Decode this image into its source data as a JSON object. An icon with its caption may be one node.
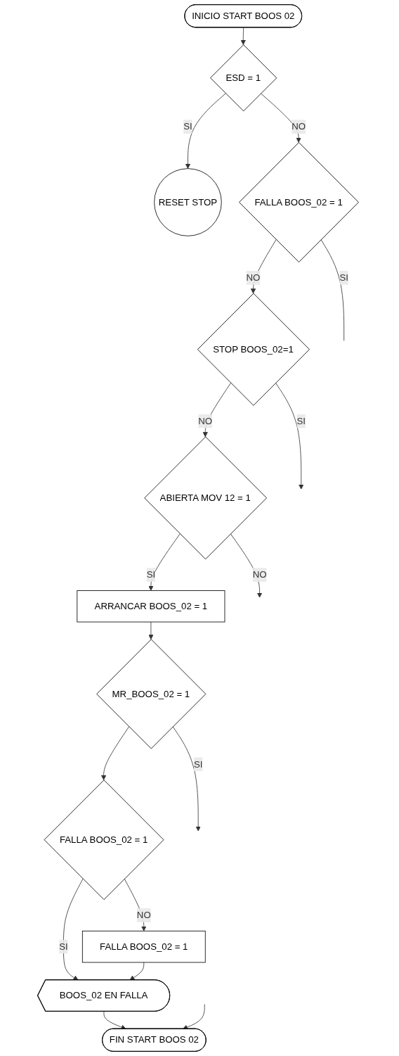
{
  "diagram": {
    "nodes": [
      {
        "text": [
          "INICIO START BOOS 02"
        ]
      },
      {
        "text": [
          "ESD = 1"
        ]
      },
      {
        "text": [
          "RESET STOP"
        ]
      },
      {
        "text": [
          "FALLA BOOS_02 = 1"
        ]
      },
      {
        "text": [
          "STOP BOOS_02=1"
        ]
      },
      {
        "text": [
          "ABIERTA MOV 12 = 1"
        ]
      },
      {
        "text": [
          "ARRANCAR BOOS_02 = 1"
        ]
      },
      {
        "text": [
          "MR_BOOS_02 = 1"
        ]
      },
      {
        "text": [
          "FALLA BOOS_02 = 1"
        ]
      },
      {
        "text": [
          "FALLA BOOS_02 = 1"
        ]
      },
      {
        "text": [
          "BOOS_02 EN FALLA"
        ]
      },
      {
        "text": [
          "FIN START BOOS 02"
        ]
      }
    ],
    "edges": [
      {
        "from": 0,
        "to": 1,
        "arrow": "to"
      },
      {
        "from": 1,
        "to": 2,
        "label": "SI",
        "arrow": "to"
      },
      {
        "from": 1,
        "to": 3,
        "label": "NO",
        "arrow": "to"
      },
      {
        "from": 3,
        "to": null,
        "label": "SI",
        "arrow": "none"
      },
      {
        "from": 3,
        "to": 4,
        "label": "NO",
        "arrow": "to"
      },
      {
        "from": 4,
        "to": null,
        "label": "SI",
        "arrow": "to"
      },
      {
        "from": 4,
        "to": 5,
        "label": "NO",
        "arrow": "to"
      },
      {
        "from": 5,
        "to": null,
        "label": "NO",
        "arrow": "to"
      },
      {
        "from": 5,
        "to": 6,
        "label": "SI",
        "arrow": "to"
      },
      {
        "from": 6,
        "to": 7,
        "arrow": "to"
      },
      {
        "from": 7,
        "to": null,
        "label": "SI",
        "arrow": "to"
      },
      {
        "from": 7,
        "to": 8,
        "arrow": "to"
      },
      {
        "from": 8,
        "to": 10,
        "label": "SI",
        "arrow": "to"
      },
      {
        "from": 8,
        "to": 9,
        "label": "NO",
        "arrow": "to"
      },
      {
        "from": 9,
        "to": 10,
        "arrow": "to"
      },
      {
        "from": 10,
        "to": 11,
        "arrow": "to"
      },
      {
        "from": null,
        "to": 11,
        "arrow": "to"
      }
    ]
  }
}
